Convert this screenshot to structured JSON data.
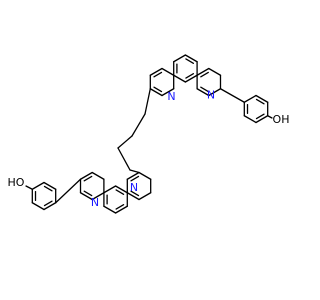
{
  "colors": {
    "background": "#ffffff",
    "bond": "#000000",
    "nitrogen": "#1a1aff",
    "oxygen": "#000000"
  },
  "labels": {
    "n1": "N",
    "n2": "N",
    "n3": "N",
    "n4": "N",
    "oh_top": "OH",
    "oh_bottom": "HO"
  }
}
